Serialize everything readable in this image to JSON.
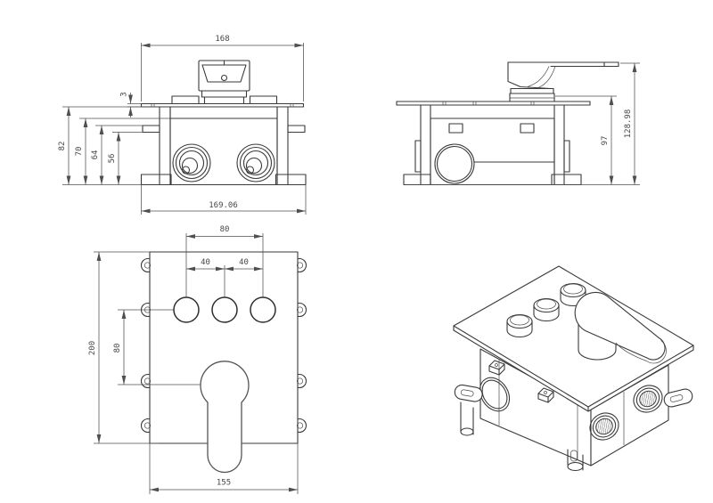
{
  "drawing": {
    "type": "technical-drawing",
    "subject": "concealed shower mixer valve box - 4 views",
    "background": "#ffffff",
    "line_color": "#3a3a3a",
    "dim_color": "#4f4f4f",
    "views": {
      "front": {
        "dims": {
          "plate_width": "168",
          "plate_thickness": "3",
          "height_overall": "82",
          "height_rim": "70",
          "bracket_top": "64",
          "bracket_bottom": "56",
          "base_width": "169.06"
        }
      },
      "side": {
        "dims": {
          "rough_in": "97",
          "overall": "128.98"
        }
      },
      "panel": {
        "dims": {
          "knob_span": "80",
          "pitch_left": "40",
          "pitch_right": "40",
          "plate_height": "200",
          "handle_offset": "80",
          "plate_width": "155"
        }
      }
    }
  }
}
